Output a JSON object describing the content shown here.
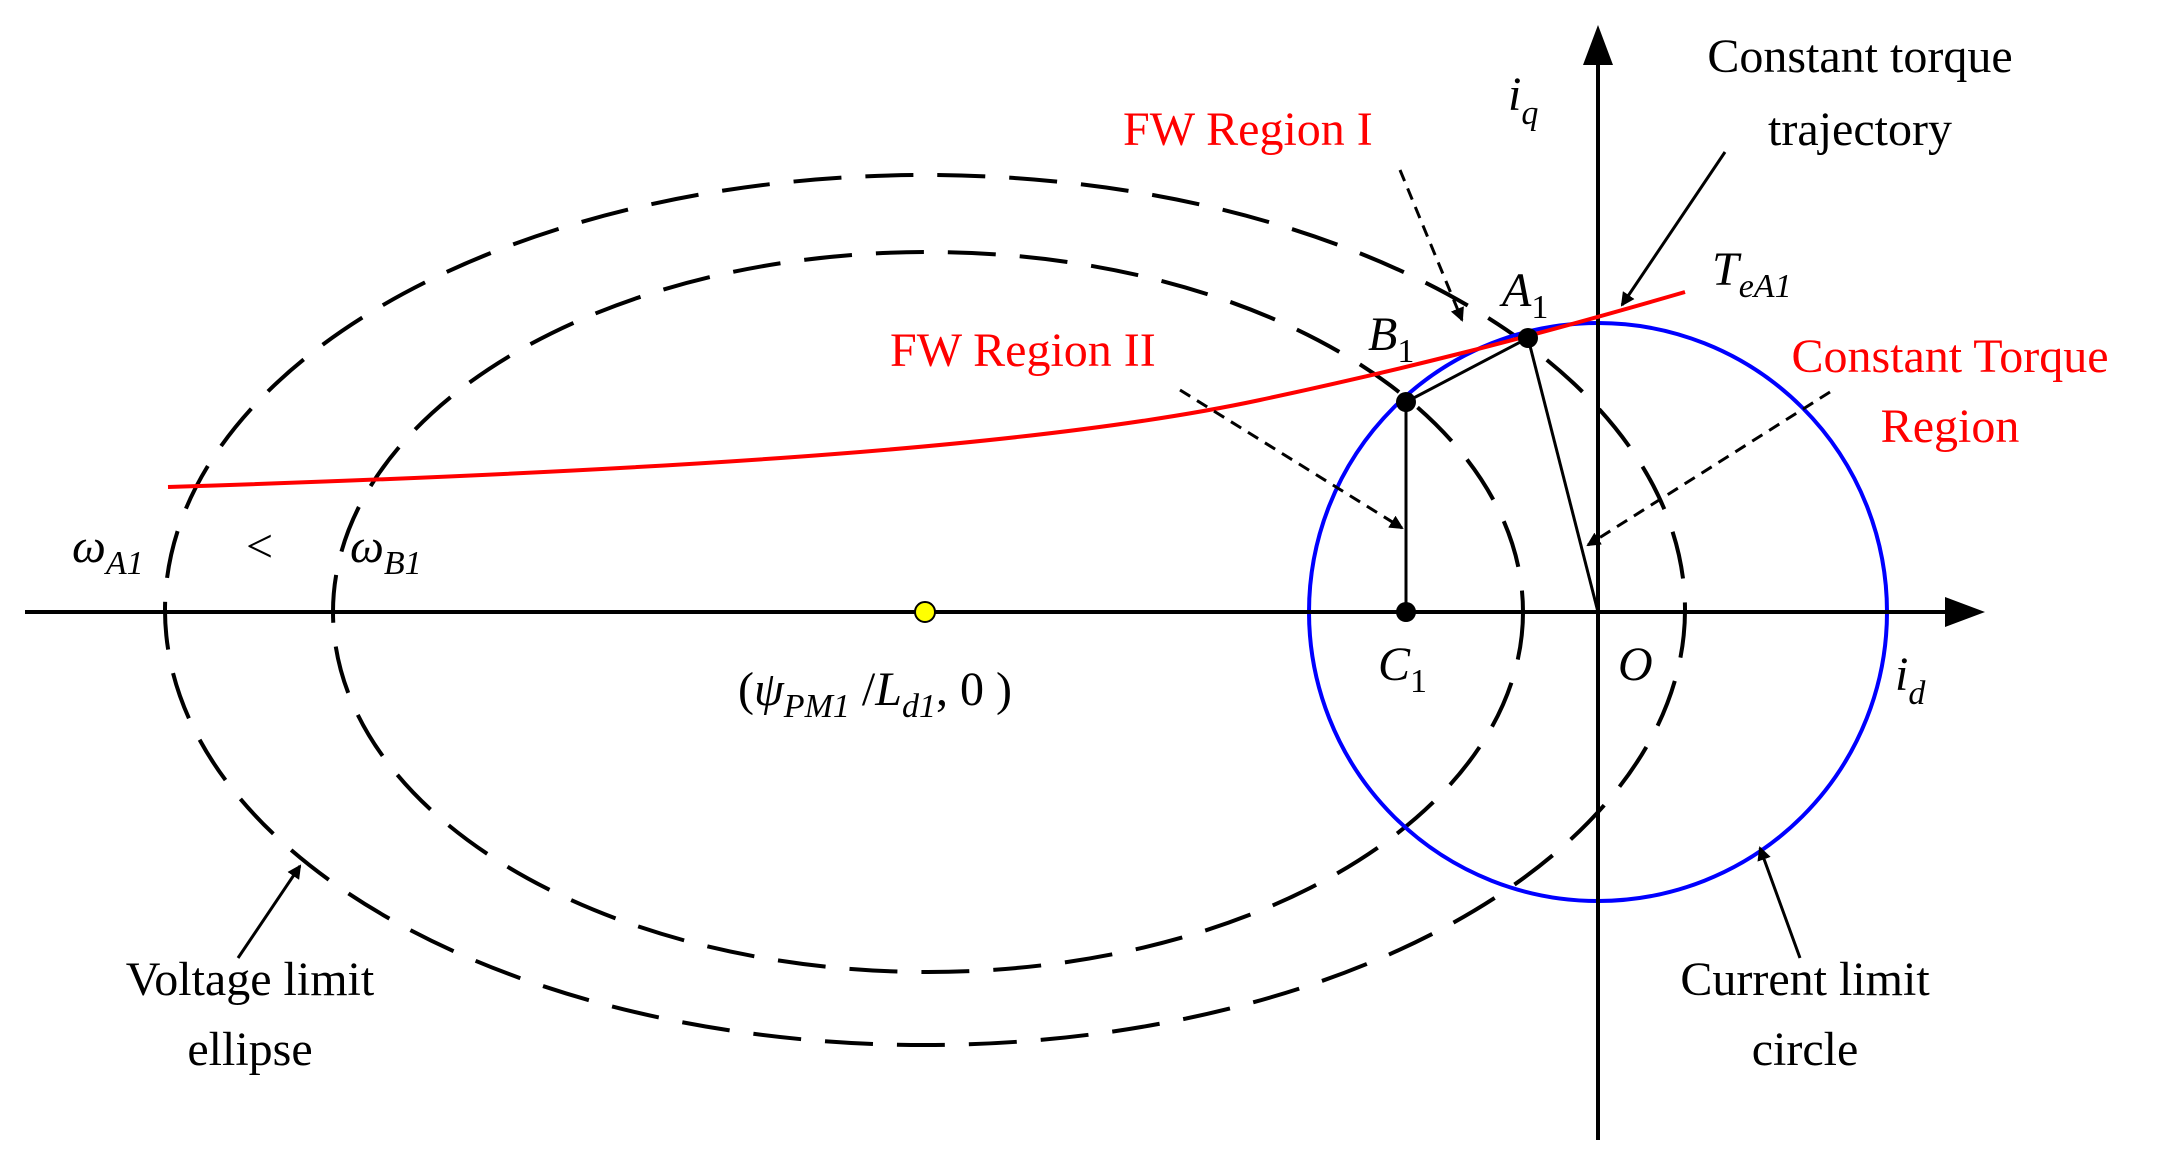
{
  "axes": {
    "iq_label": "i",
    "iq_sub": "q",
    "id_label": "i",
    "id_sub": "d",
    "origin_label": "O"
  },
  "labels": {
    "fw_region_1": "FW Region I",
    "fw_region_2": "FW Region II",
    "constant_torque_traj_line1": "Constant torque",
    "constant_torque_traj_line2": "trajectory",
    "te_main": "T",
    "te_sub": "eA1",
    "constant_torque_region_line1": "Constant Torque",
    "constant_torque_region_line2": "Region",
    "voltage_limit_line1": "Voltage limit",
    "voltage_limit_line2": "ellipse",
    "current_limit_line1": "Current limit",
    "current_limit_line2": "circle",
    "omega_a1_main": "ω",
    "omega_a1_sub": "A1",
    "less_than": "<",
    "omega_b1_main": "ω",
    "omega_b1_sub": "B1",
    "center_open": "(",
    "center_psi": "ψ",
    "center_psi_sub": "PM1",
    "center_slash": " /",
    "center_L": "L",
    "center_L_sub": "d1",
    "center_rest": ", 0 )"
  },
  "points": {
    "a1_main": "A",
    "a1_sub": "1",
    "b1_main": "B",
    "b1_sub": "1",
    "c1_main": "C",
    "c1_sub": "1"
  },
  "colors": {
    "axis": "#000000",
    "torque_trajectory": "#ff0000",
    "current_circle": "#0000ff",
    "voltage_ellipse": "#000000",
    "red_text": "#ff0000",
    "center_point_fill": "#ffff00"
  }
}
